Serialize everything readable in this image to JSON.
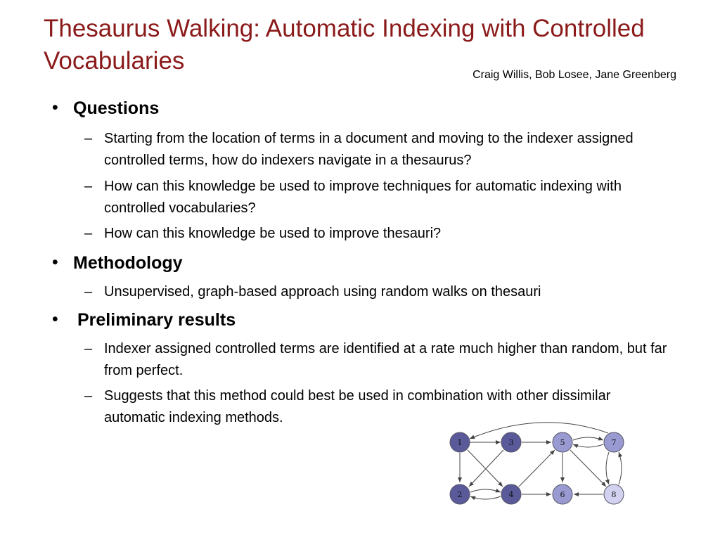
{
  "title": "Thesaurus Walking: Automatic Indexing with Controlled Vocabularies",
  "authors": "Craig Willis, Bob Losee, Jane Greenberg",
  "bullet_symbol": "•",
  "dash_symbol": "–",
  "sections": [
    {
      "heading": "Questions",
      "items": [
        "Starting from the location of terms in a document and moving to the indexer assigned controlled terms, how do indexers navigate in a thesaurus?",
        "How can this knowledge be used to improve techniques for automatic indexing with controlled vocabularies?",
        "How can this knowledge be used to improve thesauri?"
      ]
    },
    {
      "heading": "Methodology",
      "items": [
        "Unsupervised, graph-based approach using random walks on thesauri"
      ]
    },
    {
      "heading": "Preliminary results",
      "items": [
        "Indexer assigned controlled terms are identified at a rate much higher than random, but far from perfect.",
        "Suggests that this method could best be used in combination with other dissimilar automatic indexing methods."
      ]
    }
  ],
  "graph": {
    "nodes": [
      "1",
      "2",
      "3",
      "4",
      "5",
      "6",
      "7",
      "8"
    ],
    "colors": {
      "dark": "#5a5a9a",
      "medium": "#9a9ad2",
      "light": "#d2d2f0",
      "stroke": "#555566"
    }
  }
}
